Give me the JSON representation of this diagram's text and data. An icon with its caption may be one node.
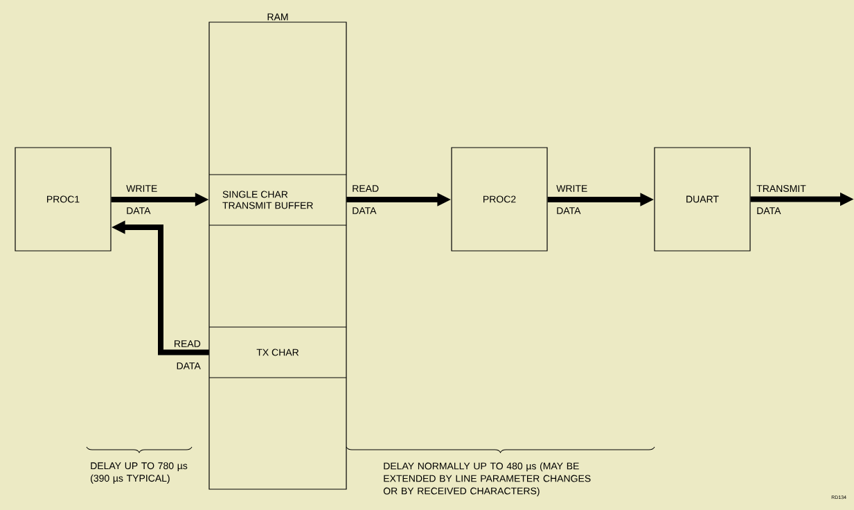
{
  "diagram": {
    "nodes": [
      {
        "text": [
          "RAM"
        ]
      },
      {
        "text": [
          "SINGLE CHAR TRANSMIT BUFFER"
        ],
        "in": 0
      },
      {
        "text": [
          "TX CHAR"
        ],
        "in": 0
      },
      {
        "text": [
          "PROC1"
        ]
      },
      {
        "text": [
          "PROC2"
        ]
      },
      {
        "text": [
          "DUART"
        ]
      }
    ],
    "edges": [
      {
        "from": 3,
        "to": 1,
        "arrow": "to",
        "label": "WRITE DATA"
      },
      {
        "from": 2,
        "to": 3,
        "arrow": "to",
        "label": "READ DATA"
      },
      {
        "from": 1,
        "to": 4,
        "arrow": "to",
        "label": "READ DATA"
      },
      {
        "from": 4,
        "to": 5,
        "arrow": "to",
        "label": "WRITE DATA"
      },
      {
        "from": 5,
        "to": null,
        "arrow": "to",
        "label": "TRANSMIT DATA"
      }
    ],
    "labels": [
      "DELAY UP TO 780 µs (390 µs TYPICAL)",
      "DELAY NORMALLY UP TO 480 µs (MAY BE EXTENDED BY LINE PARAMETER CHANGES OR BY RECEIVED CHARACTERS)",
      "RD134"
    ]
  }
}
